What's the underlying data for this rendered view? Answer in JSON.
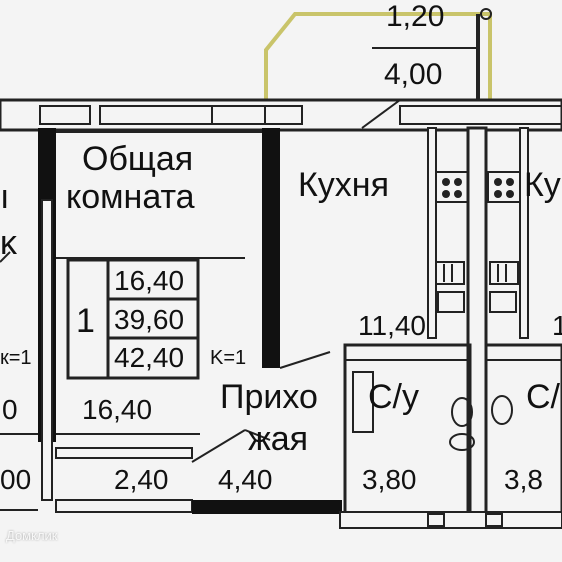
{
  "colors": {
    "wall": "#111111",
    "line": "#2a2a2a",
    "balcony_line": "#c9c46a",
    "background": "#f4f4f4",
    "watermark": "#ffffff"
  },
  "balcony": {
    "depth": "1,20",
    "width": "4,00"
  },
  "rooms": {
    "left_fragment": {
      "char_top": "ı",
      "char_mid": "ĸ",
      "coef": "к=1",
      "area_partial": "0",
      "bottom_partial": "00"
    },
    "living": {
      "name_line1": "Общая",
      "name_line2": "комната",
      "apartment_number": "1",
      "area_living": "16,40",
      "area_total": "39,60",
      "area_total_with_balcony": "42,40",
      "coef": "K=1",
      "room_area": "16,40"
    },
    "kitchen": {
      "name": "Кухня",
      "area": "11,40"
    },
    "kitchen_right": {
      "name_partial": "Ку",
      "area_partial": "1"
    },
    "hall": {
      "name_line1": "Прихо",
      "name_line2": "жая",
      "area": "4,40"
    },
    "corridor": {
      "area": "2,40"
    },
    "bathroom": {
      "name": "С/у",
      "area": "3,80"
    },
    "bathroom_right": {
      "name": "С/",
      "area_partial": "3,8"
    }
  },
  "watermark": "Домклик"
}
